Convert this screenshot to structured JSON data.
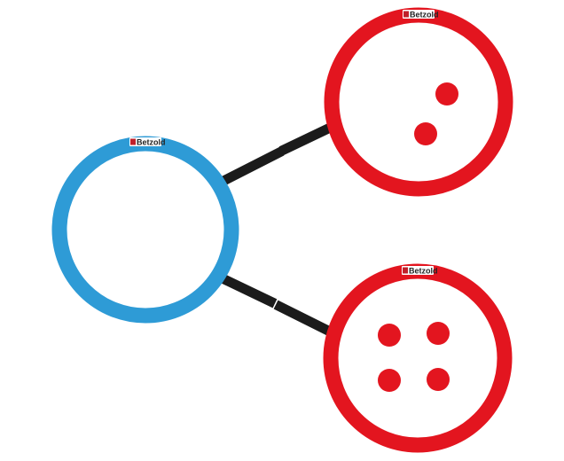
{
  "diagram": {
    "type": "number-bond",
    "brand": {
      "label": "Betzold"
    },
    "colors": {
      "whole_ring": "#2e9bd6",
      "part_ring": "#e3151f",
      "counter": "#e3151f",
      "connector": "#1b1b1b",
      "background": "#ffffff"
    },
    "whole": {
      "value": null,
      "ring_color": "whole_ring"
    },
    "parts": [
      {
        "value": 2,
        "ring_color": "part_ring"
      },
      {
        "value": 4,
        "ring_color": "part_ring"
      }
    ]
  }
}
